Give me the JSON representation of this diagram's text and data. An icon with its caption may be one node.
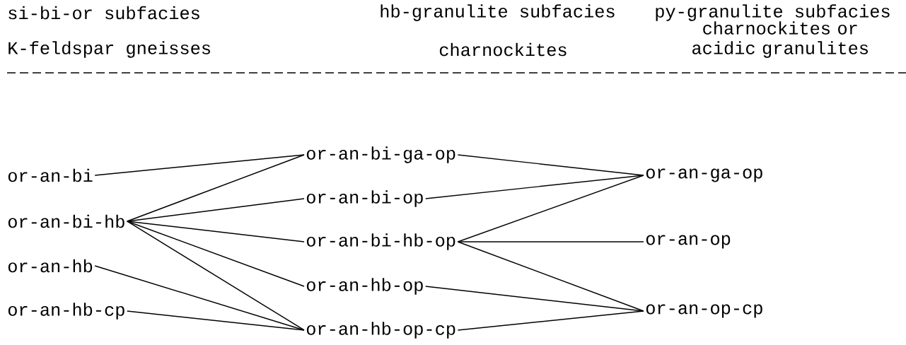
{
  "diagram": {
    "nodes": [
      {
        "text": [
          "or-an-bi"
        ]
      },
      {
        "text": [
          "or-an-bi-hb"
        ]
      },
      {
        "text": [
          "or-an-hb"
        ]
      },
      {
        "text": [
          "or-an-hb-cp"
        ]
      },
      {
        "text": [
          "or-an-bi-ga-op"
        ]
      },
      {
        "text": [
          "or-an-bi-op"
        ]
      },
      {
        "text": [
          "or-an-bi-hb-op"
        ]
      },
      {
        "text": [
          "or-an-hb-op"
        ]
      },
      {
        "text": [
          "or-an-hb-op-cp"
        ]
      },
      {
        "text": [
          "or-an-ga-op"
        ]
      },
      {
        "text": [
          "or-an-op"
        ]
      },
      {
        "text": [
          "or-an-op-cp"
        ]
      }
    ],
    "edges": [
      {
        "from": 0,
        "to": 4,
        "arrow": "none"
      },
      {
        "from": 1,
        "to": 4,
        "arrow": "none"
      },
      {
        "from": 1,
        "to": 5,
        "arrow": "none"
      },
      {
        "from": 1,
        "to": 6,
        "arrow": "none"
      },
      {
        "from": 1,
        "to": 7,
        "arrow": "none"
      },
      {
        "from": 1,
        "to": 8,
        "arrow": "none"
      },
      {
        "from": 2,
        "to": 8,
        "arrow": "none"
      },
      {
        "from": 3,
        "to": 8,
        "arrow": "none"
      },
      {
        "from": 4,
        "to": 9,
        "arrow": "none"
      },
      {
        "from": 5,
        "to": 9,
        "arrow": "none"
      },
      {
        "from": 6,
        "to": 9,
        "arrow": "none"
      },
      {
        "from": 6,
        "to": 10,
        "arrow": "none"
      },
      {
        "from": 6,
        "to": 11,
        "arrow": "none"
      },
      {
        "from": 7,
        "to": 11,
        "arrow": "none"
      },
      {
        "from": 8,
        "to": 11,
        "arrow": "none"
      }
    ],
    "labels": [
      "si-bi-or subfacies",
      "hb-granulite subfacies",
      "py-granulite subfacies",
      "charnockites or acidic granulites",
      "K-feldspar gneisses",
      "charnockites"
    ]
  }
}
